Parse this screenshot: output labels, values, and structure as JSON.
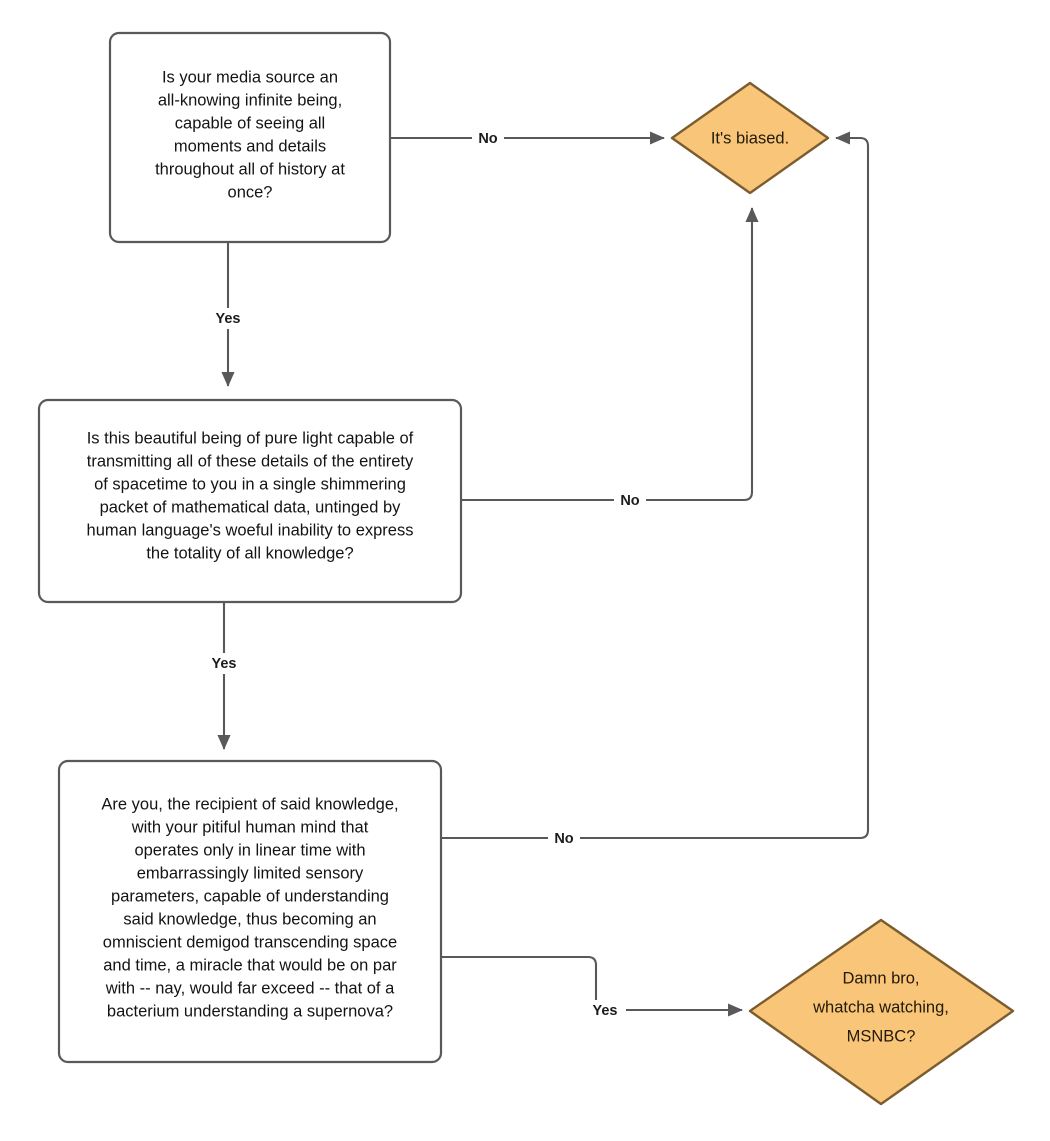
{
  "diagram": {
    "type": "flowchart",
    "background_color": "#ffffff",
    "accent_color": "#f8c579",
    "accent_border_color": "#7a5c2e",
    "line_color": "#59595c",
    "nodes": [
      {
        "id": "q1",
        "shape": "rounded-rectangle",
        "lines": [
          "Is your media source an",
          "all-knowing infinite being,",
          "capable of seeing all",
          "moments and details",
          "throughout all of history at",
          "once?"
        ]
      },
      {
        "id": "q2",
        "shape": "rounded-rectangle",
        "lines": [
          "Is this beautiful being of pure light capable of",
          "transmitting all of these details of the entirety",
          "of spacetime to you in a single shimmering",
          "packet of mathematical data, untinged by",
          "human language's woeful inability to express",
          "the totality of all knowledge?"
        ]
      },
      {
        "id": "q3",
        "shape": "rounded-rectangle",
        "lines": [
          "Are you, the recipient of said knowledge,",
          "with your pitiful human mind that",
          "operates only in linear time with",
          "embarrassingly limited sensory",
          "parameters, capable of understanding",
          "said knowledge, thus becoming an",
          "omniscient demigod transcending space",
          "and time, a miracle that would be on par",
          "with -- nay, would far exceed -- that of a",
          "bacterium understanding a supernova?"
        ]
      },
      {
        "id": "biased",
        "shape": "diamond",
        "lines": [
          "It's biased."
        ]
      },
      {
        "id": "msnbc",
        "shape": "diamond",
        "lines": [
          "Damn bro,",
          "whatcha watching,",
          "MSNBC?"
        ]
      }
    ],
    "edges": [
      {
        "id": "e1",
        "from": "q1",
        "to": "biased",
        "label": "No"
      },
      {
        "id": "e2",
        "from": "q1",
        "to": "q2",
        "label": "Yes"
      },
      {
        "id": "e3",
        "from": "q2",
        "to": "biased",
        "label": "No"
      },
      {
        "id": "e4",
        "from": "q2",
        "to": "q3",
        "label": "Yes"
      },
      {
        "id": "e5",
        "from": "q3",
        "to": "biased",
        "label": "No"
      },
      {
        "id": "e6",
        "from": "q3",
        "to": "msnbc",
        "label": "Yes"
      }
    ]
  }
}
